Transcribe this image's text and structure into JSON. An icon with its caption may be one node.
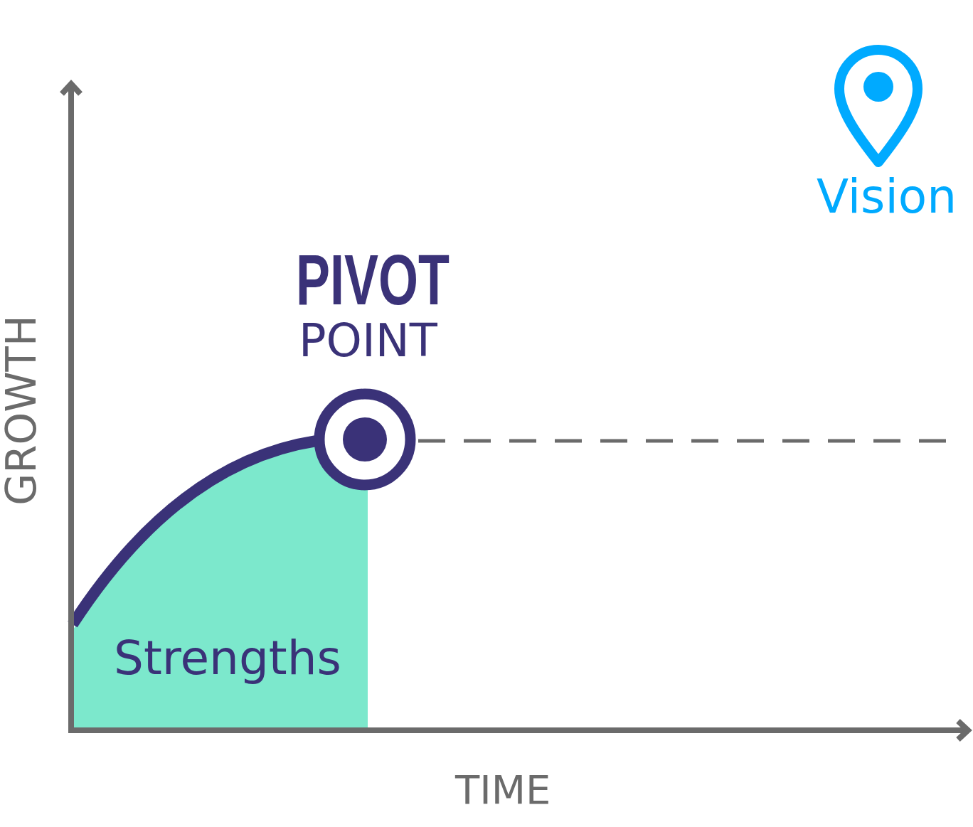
{
  "diagram": {
    "labels": [
      "Vision",
      "PIVOT",
      "POINT",
      "GROWTH",
      "Strengths",
      "TIME"
    ]
  }
}
